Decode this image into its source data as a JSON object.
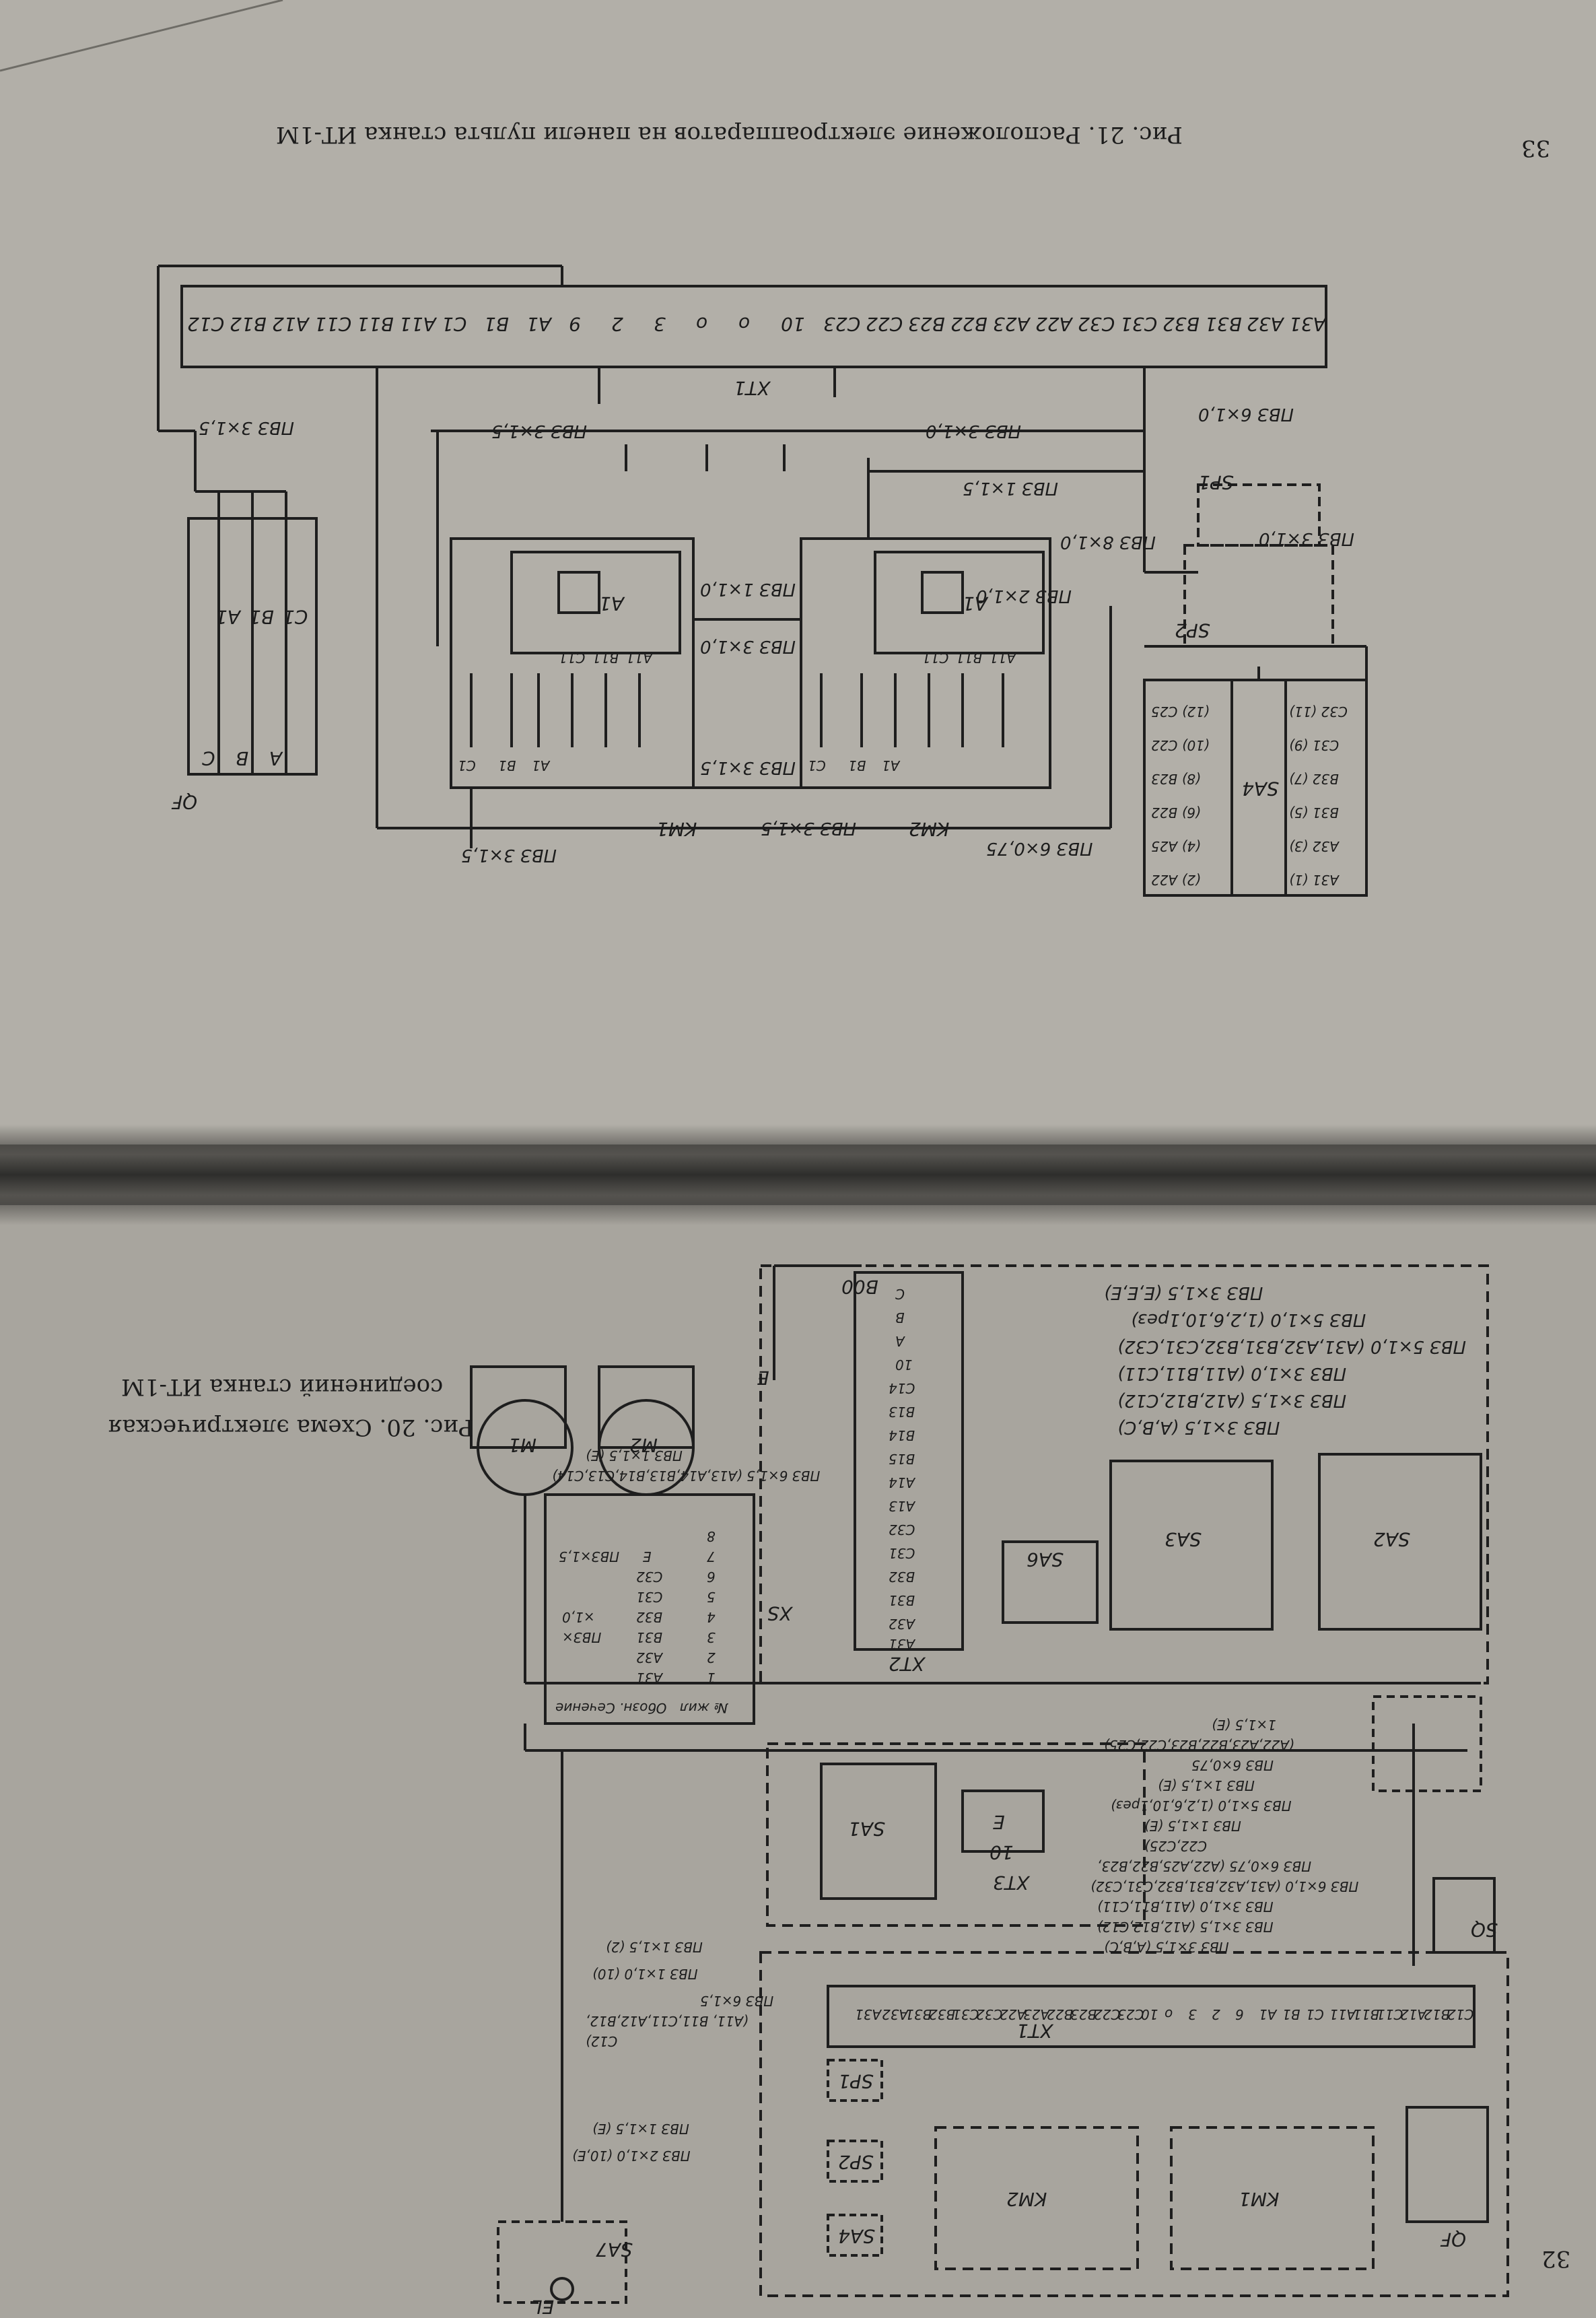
{
  "top_page": {
    "page_number": "33",
    "caption": "Рис. 21. Расположение электроаппаратов на панели пульта станка ИТ-1М",
    "terminal_block": {
      "name": "XT1",
      "terminals": [
        "A31",
        "A32",
        "B31",
        "B32",
        "C31",
        "C32",
        "A22",
        "A23",
        "B22",
        "B23",
        "C22",
        "C23",
        "10",
        "o",
        "o",
        "3",
        "2",
        "9",
        "A1",
        "B1",
        "C1",
        "A11",
        "B11",
        "C11",
        "A12",
        "B12",
        "C12"
      ]
    },
    "switch_sa4": {
      "name": "SA4",
      "left": [
        "A31 (1)",
        "A32 (3)",
        "B31 (5)",
        "B32 (7)",
        "C31 (9)",
        "C32 (11)"
      ],
      "right": [
        "(2) A22",
        "(4) A25",
        "(6) B22",
        "(8) B23",
        "(10) C22",
        "(12) C25"
      ]
    },
    "contactors": {
      "km1": "KM1",
      "km2": "KM2",
      "relay": "A1",
      "contacts": [
        "C1",
        "B1",
        "A1",
        "C11",
        "B11",
        "A11"
      ]
    },
    "limit_switches": [
      "SP1",
      "SP2"
    ],
    "breaker": {
      "name": "QF",
      "poles": [
        "A",
        "B",
        "C"
      ],
      "outputs": [
        "A1",
        "B1",
        "C1"
      ]
    },
    "wires": {
      "w1": "ПВЗ 6×1,0",
      "w2": "ПВЗ 3×1,0",
      "w3": "ПВЗ 1×1,5",
      "w4": "ПВЗ 8×1,0",
      "w5": "ПВЗ 2×1,0",
      "w6": "ПВЗ 1×1,0",
      "w7": "ПВЗ 3×1,5",
      "w8": "ПВЗ 3×1,0",
      "w9": "ПВЗ 6×0,75",
      "w10": "ПВЗ 3×1,5",
      "w11": "ПВЗ 3×1,5",
      "w12": "ПВЗ 3×1,5",
      "w13": "ПВЗ 3×1,5",
      "w14": "ПВЗ 3×1,0"
    }
  },
  "bottom_page": {
    "page_number": "32",
    "caption_line1": "Рис. 20. Схема электрическая",
    "caption_line2": "соединений станка ИТ-1М",
    "xt2": {
      "name": "XT2",
      "terminals": [
        "C",
        "B",
        "A",
        "10",
        "C14",
        "B13",
        "B14",
        "B15",
        "A14",
        "A13",
        "C32",
        "C31",
        "B32",
        "B31",
        "A32",
        "A31"
      ]
    },
    "xt1": {
      "name": "XT1",
      "terminals": [
        "A31",
        "A32",
        "B31",
        "B32",
        "C31",
        "C32",
        "A22",
        "A23",
        "B22",
        "B23",
        "C22",
        "C23",
        "10",
        "o",
        "3",
        "2",
        "6",
        "A1",
        "B1",
        "C1",
        "A11",
        "B11",
        "C11",
        "A12",
        "B12",
        "C12"
      ]
    },
    "xt3": {
      "name": "XT3",
      "terminals": [
        "10",
        "E"
      ]
    },
    "devices": {
      "sa1": "SA1",
      "sa2": "SA2",
      "sa3": "SA3",
      "sa6": "SA6",
      "sa7": "SA7",
      "sq": "SQ",
      "xs": "XS",
      "el": "EL",
      "qf": "QF",
      "km1": "KM1",
      "km2": "KM2",
      "sp1": "SP1",
      "sp2": "SP2",
      "sa4": "SA4",
      "m1": "M1",
      "m2": "M2",
      "voltage": "B00",
      "ground": "E"
    },
    "wire_notes": [
      "ПВЗ 3×1,5 (A,B,C)",
      "ПВЗ 3×1,5 (A12,B12,C12)",
      "ПВЗ 3×1,0 (A11,B11,C11)",
      "ПВЗ 5×1,0 (A31,A32,B31,B32,C31,C32)",
      "ПВЗ 5×1,0 (1,2,6,10,1рез)",
      "ПВЗ 3×1,5 (E,E,E)"
    ],
    "wire_notes_mid": [
      "ПВЗ 3×1,5 (A,B,C)",
      "ПВЗ 3×1,5 (A12,B12,C12)",
      "ПВЗ 3×1,0 (A11,B11,C11)",
      "ПВЗ 6×1,0 (A31,A32,B31,B32,C31,C32)",
      "ПВЗ 6×0,75 (A22,A25,B22,B23,",
      "C22,C25)",
      "ПВЗ 1×1,5 (E)",
      "ПВЗ 5×1,0 (1,2,6,10,1рез)",
      "ПВЗ 1×1,5 (E)",
      "ПВЗ 6×0,75",
      "(A22,A23,B22,B23,C22,C25)",
      "1×1,5 (E)"
    ],
    "wire_notes_left": [
      "ПВЗ 1×1,5 (2)",
      "ПВЗ 1×1,0 (10)",
      "ПВЗ 6×1,5",
      "(A11, B11,C11,A12,B12,",
      "C12)",
      "ПВЗ 2×1,0 (10,E)",
      "ПВЗ 1×1,5 (E)"
    ],
    "cable_table": {
      "headers": [
        "№ жил",
        "Обозн.",
        "Сечение"
      ],
      "rows": [
        [
          "1",
          "A31",
          ""
        ],
        [
          "2",
          "A32",
          ""
        ],
        [
          "3",
          "B31",
          "ПВЗ×"
        ],
        [
          "4",
          "B32",
          "×1,0"
        ],
        [
          "5",
          "C31",
          ""
        ],
        [
          "6",
          "C32",
          ""
        ],
        [
          "7",
          "E",
          "ПВЗ×1,5"
        ],
        [
          "8",
          "",
          ""
        ]
      ]
    },
    "motor_note": "ПВЗ 6×1,5 (A13,A14,B13,B14,C13,C14)",
    "motor_note2": "ПВЗ 1×1,5 (E)"
  }
}
